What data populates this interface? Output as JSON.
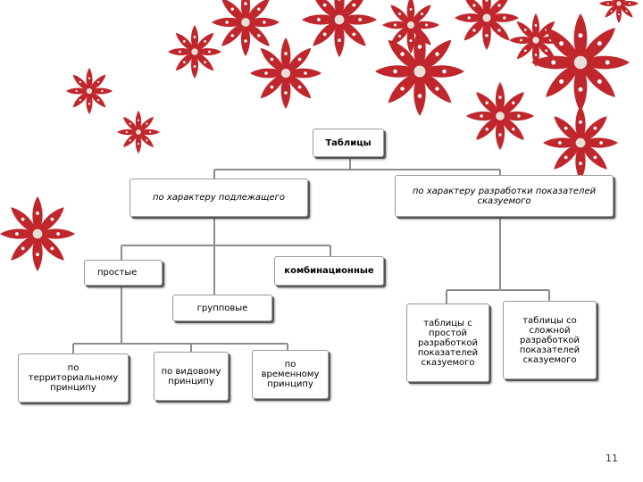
{
  "nodes": {
    "root": "Таблицы",
    "by_subject": "по характеру подлежащего",
    "by_predicate": "по характеру разработки показателей сказуемого",
    "simple": "простые",
    "combined": "комбинационные",
    "group": "групповые",
    "territorial": "по территориальному принципу",
    "species": "по видовому принципу",
    "temporal": "по временному принципу",
    "simple_predicate": "таблицы с простой разработкой показателей сказуемого",
    "complex_predicate": "таблицы со сложной разработкой показателей сказуемого"
  },
  "page_number": "11",
  "colors": {
    "flower": "#c0272d",
    "flower_center": "#e8e0d8",
    "line": "#8c8c8c"
  }
}
